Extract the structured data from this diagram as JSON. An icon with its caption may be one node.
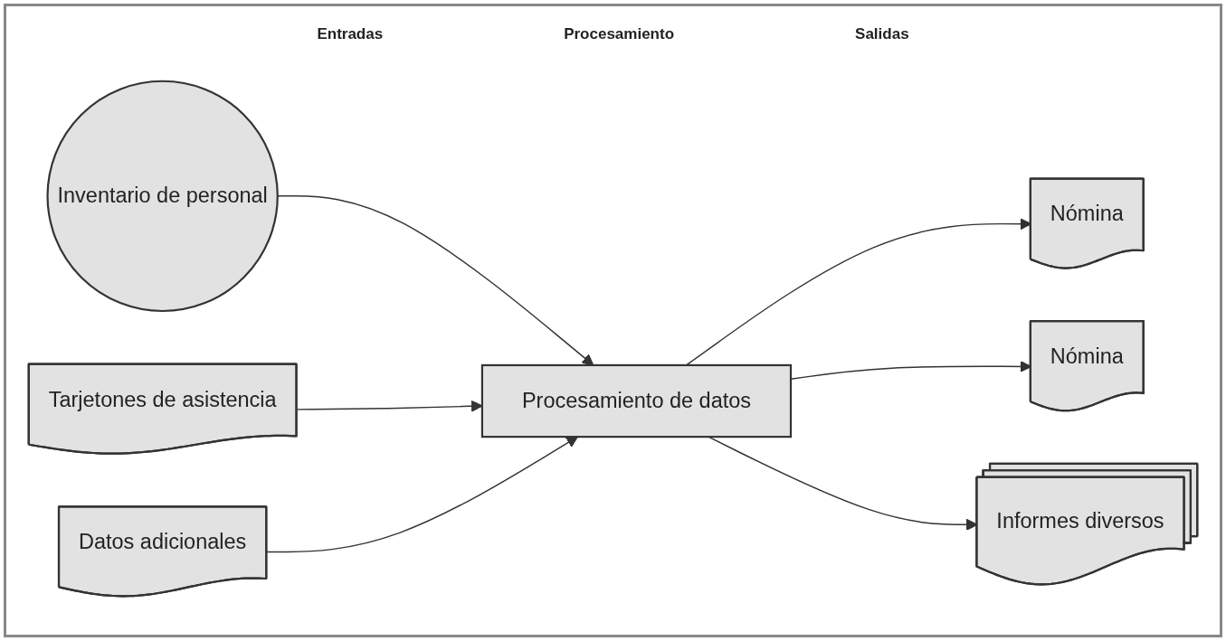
{
  "diagram": {
    "nodes": [
      {
        "text": [
          "Inventario de personal"
        ]
      },
      {
        "text": [
          "Tarjetones de asistencia"
        ]
      },
      {
        "text": [
          "Datos adicionales"
        ]
      },
      {
        "text": [
          "Procesamiento de datos"
        ]
      },
      {
        "text": [
          "Nómina"
        ]
      },
      {
        "text": [
          "Nómina"
        ]
      },
      {
        "text": [
          "Informes diversos"
        ]
      }
    ],
    "edges": [
      {
        "from": 0,
        "to": 3,
        "arrow": "to"
      },
      {
        "from": 1,
        "to": 3,
        "arrow": "to"
      },
      {
        "from": 2,
        "to": 3,
        "arrow": "to"
      },
      {
        "from": 3,
        "to": 4,
        "arrow": "to"
      },
      {
        "from": 3,
        "to": 5,
        "arrow": "to"
      },
      {
        "from": 3,
        "to": 6,
        "arrow": "to"
      }
    ],
    "labels": [
      "Entradas",
      "Procesamiento",
      "Salidas"
    ]
  }
}
